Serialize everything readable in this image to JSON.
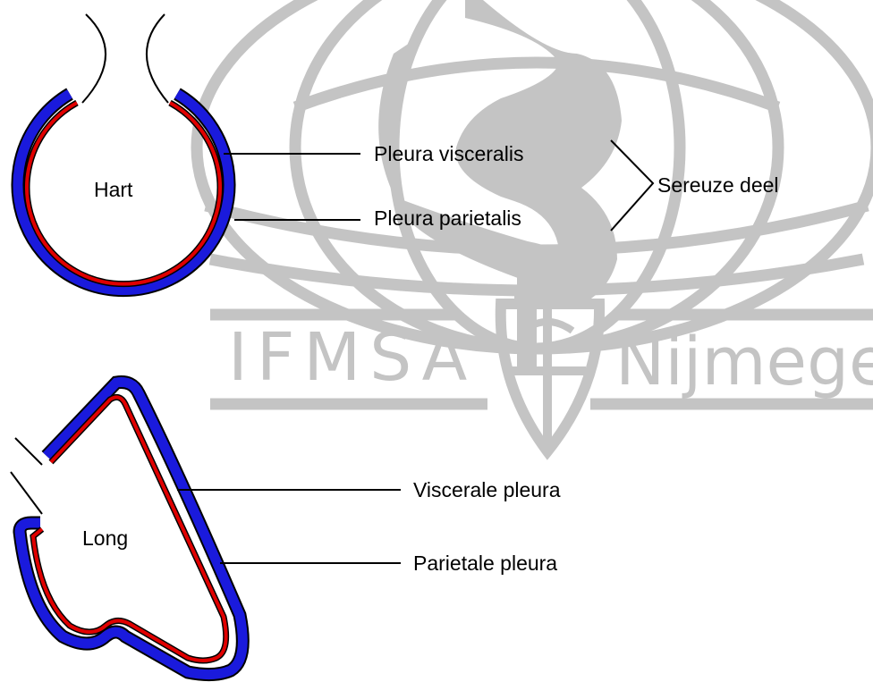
{
  "diagram": {
    "heart": {
      "label": "Hart",
      "label_visceral": "Pleura visceralis",
      "label_parietal": "Pleura parietalis",
      "group_label": "Sereuze deel"
    },
    "lung": {
      "label": "Long",
      "label_visceral": "Viscerale pleura",
      "label_parietal": "Parietale pleura"
    },
    "colors": {
      "visceral_layer": "#e00000",
      "parietal_layer": "#1a1adc",
      "outline": "#000000",
      "watermark": "#c4c4c4"
    }
  },
  "watermark": {
    "left_text": "IFMSA",
    "right_text": "Nijmegen"
  }
}
